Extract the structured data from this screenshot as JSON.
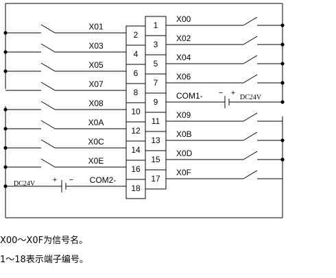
{
  "terminals": {
    "left": [
      "2",
      "4",
      "6",
      "8",
      "10",
      "12",
      "14",
      "16",
      "18"
    ],
    "right": [
      "1",
      "3",
      "5",
      "7",
      "9",
      "11",
      "13",
      "15",
      "17"
    ]
  },
  "signals": {
    "left": [
      "X01",
      "X03",
      "X05",
      "X07",
      "X08",
      "X0A",
      "X0C",
      "X0E",
      "COM2-"
    ],
    "right": [
      "X00",
      "X02",
      "X04",
      "X06",
      "COM1-",
      "X09",
      "X0B",
      "X0D",
      "X0F"
    ]
  },
  "power": {
    "top": {
      "label": "DC24V",
      "minus": "−",
      "plus": "+"
    },
    "bottom": {
      "label": "DC24V",
      "plus": "+",
      "minus": "−"
    }
  },
  "notes": [
    "X00～X0F为信号名。",
    "1～18表示端子编号。"
  ]
}
